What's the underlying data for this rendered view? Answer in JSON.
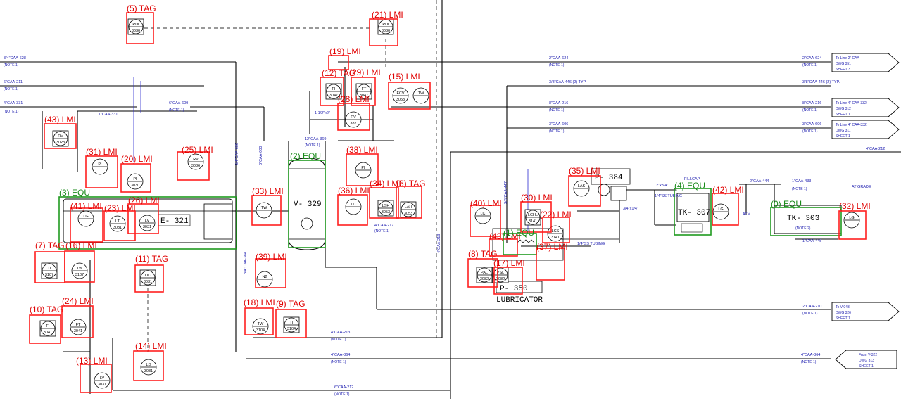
{
  "annotations": [
    {
      "id": "a5",
      "label": "(5) TAG",
      "kind": "tag"
    },
    {
      "id": "a21",
      "label": "(21) LMI",
      "kind": "lmi"
    },
    {
      "id": "a19",
      "label": "(19) LMI",
      "kind": "lmi"
    },
    {
      "id": "a12",
      "label": "(12) TAG",
      "kind": "tag"
    },
    {
      "id": "a29",
      "label": "(29) LMI",
      "kind": "lmi"
    },
    {
      "id": "a15",
      "label": "(15) LMI",
      "kind": "lmi"
    },
    {
      "id": "a28",
      "label": "(28) LMI",
      "kind": "lmi"
    },
    {
      "id": "a43",
      "label": "(43) LMI",
      "kind": "lmi"
    },
    {
      "id": "a31",
      "label": "(31) LMI",
      "kind": "lmi"
    },
    {
      "id": "a20",
      "label": "(20) LMI",
      "kind": "lmi"
    },
    {
      "id": "a25",
      "label": "(25) LMI",
      "kind": "lmi"
    },
    {
      "id": "a2",
      "label": "(2) EQU",
      "kind": "equ"
    },
    {
      "id": "a38",
      "label": "(38) LMI",
      "kind": "lmi"
    },
    {
      "id": "a3",
      "label": "(3) EQU",
      "kind": "equ"
    },
    {
      "id": "a41",
      "label": "(41) LMI",
      "kind": "lmi"
    },
    {
      "id": "a26",
      "label": "(26) LMI",
      "kind": "lmi"
    },
    {
      "id": "a23",
      "label": "(23) LMI",
      "kind": "lmi"
    },
    {
      "id": "a33",
      "label": "(33) LMI",
      "kind": "lmi"
    },
    {
      "id": "a36",
      "label": "(36) LMI",
      "kind": "lmi"
    },
    {
      "id": "a34",
      "label": "(34) LMI",
      "kind": "lmi"
    },
    {
      "id": "a6",
      "label": "(6) TAG",
      "kind": "tag"
    },
    {
      "id": "a35",
      "label": "(35) LMI",
      "kind": "lmi"
    },
    {
      "id": "a4",
      "label": "(4) EQU",
      "kind": "equ"
    },
    {
      "id": "a42",
      "label": "(42) LMI",
      "kind": "lmi"
    },
    {
      "id": "a0",
      "label": "(0) EQU",
      "kind": "equ"
    },
    {
      "id": "a32",
      "label": "(32) LMI",
      "kind": "lmi"
    },
    {
      "id": "a40",
      "label": "(40) LMI",
      "kind": "lmi"
    },
    {
      "id": "a30",
      "label": "(30) LMI",
      "kind": "lmi"
    },
    {
      "id": "a22",
      "label": "(22) LMI",
      "kind": "lmi"
    },
    {
      "id": "a7",
      "label": "(7) TAG",
      "kind": "tag"
    },
    {
      "id": "a16",
      "label": "(16) LMI",
      "kind": "lmi"
    },
    {
      "id": "a11",
      "label": "(11) TAG",
      "kind": "tag"
    },
    {
      "id": "a39",
      "label": "(39) LMI",
      "kind": "lmi"
    },
    {
      "id": "a8",
      "label": "(8) TAG",
      "kind": "tag"
    },
    {
      "id": "a43b",
      "label": "(43) LMI",
      "kind": "lmi"
    },
    {
      "id": "a1",
      "label": "(1) EQU",
      "kind": "equ"
    },
    {
      "id": "a17",
      "label": "(17) LMI",
      "kind": "lmi"
    },
    {
      "id": "a37",
      "label": "(37) LMI",
      "kind": "lmi"
    },
    {
      "id": "a10",
      "label": "(10) TAG",
      "kind": "tag"
    },
    {
      "id": "a24",
      "label": "(24) LMI",
      "kind": "lmi"
    },
    {
      "id": "a18",
      "label": "(18) LMI",
      "kind": "lmi"
    },
    {
      "id": "a9",
      "label": "(9) TAG",
      "kind": "tag"
    },
    {
      "id": "a14",
      "label": "(14) LMI",
      "kind": "lmi"
    },
    {
      "id": "a13",
      "label": "(13) LMI",
      "kind": "lmi"
    }
  ],
  "equipment": {
    "e321": "E- 321",
    "v329": "V- 329",
    "p384": "P- 384",
    "tk307": "TK- 307",
    "tk303": "TK- 303",
    "p350": "P- 350",
    "lubricator": "LUBRICATOR",
    "tk303_sub": "(NOTE 2)"
  },
  "instruments": {
    "pdi3030a": [
      "PDI",
      "3030"
    ],
    "pdi3030b": [
      "PDI",
      "3030"
    ],
    "fi3047": [
      "FI",
      "3047"
    ],
    "ft3047": [
      "FT",
      "3047"
    ],
    "fcv3053": [
      "FCV",
      "3053"
    ],
    "tw": [
      "TW",
      ""
    ],
    "rv387": [
      "RV",
      "387"
    ],
    "rv3028": [
      "RV",
      "3028"
    ],
    "pi_a": [
      "PI",
      ""
    ],
    "pi_b": [
      "PI",
      "3030"
    ],
    "rv3086": [
      "RV",
      "3086"
    ],
    "pi_c": [
      "PI",
      ""
    ],
    "lg_a": [
      "LG",
      ""
    ],
    "lt3031": [
      "LT",
      "3031"
    ],
    "lv3031": [
      "LV",
      "3031"
    ],
    "tw_b": [
      "TW",
      ""
    ],
    "lc": [
      "LC",
      ""
    ],
    "lsh3053": [
      "LSH",
      "3053"
    ],
    "lah3053": [
      "LAH",
      "3053"
    ],
    "las": [
      "LAS",
      ""
    ],
    "lg_b": [
      "LG",
      ""
    ],
    "lg_c": [
      "LG",
      ""
    ],
    "lc_b": [
      "LC",
      ""
    ],
    "lchl3141": [
      "LCHL",
      "3141"
    ],
    "lcs3141": [
      "LCS",
      "3141"
    ],
    "ti3107": [
      "TI",
      "3107"
    ],
    "tw3107": [
      "TW",
      "3107"
    ],
    "lic3031": [
      "LIC",
      "3031"
    ],
    "pal3082": [
      "PAL",
      "3082"
    ],
    "psl3082": [
      "PSL",
      "3082"
    ],
    "fi3041": [
      "FI",
      "3041"
    ],
    "ft3041": [
      "FT",
      "3041"
    ],
    "tw3104": [
      "TW",
      "3104"
    ],
    "ti3104": [
      "TI",
      "3104"
    ],
    "ld3031": [
      "LD",
      "3031"
    ],
    "lv3031b": [
      "LV",
      "3031"
    ],
    "n2": [
      "N2",
      ""
    ]
  },
  "pipes": {
    "p1": "3/4\"CAA-628",
    "p2": "6\"CAA-211",
    "p3": "4\"CAA-331",
    "p4": "6\"CAA-609",
    "p5": "1\"CAA-331",
    "p6": "2\"CAA-624",
    "p7": "3/8\"CAA-446 (2) TYP.",
    "p8": "8\"CAA-216",
    "p9": "3\"CAA-606",
    "p10": "4\"CAA-212",
    "p11": "1\"CAA-433",
    "p12": "2\"CAA-444",
    "p13": "1\"CAA-445",
    "p14": "4\"CAA-213",
    "p15": "4\"CAA-364",
    "p16": "6\"CAA-212",
    "p17": "2\"CAA-210",
    "p18": "3/4\"CAA-689",
    "p19": "6\"CAA-600",
    "p20": "12\"CAA-369",
    "p21": "3/4\"CAA-384",
    "p22": "1/4\"SS TUBING",
    "p23": "3/8\"CAA-447",
    "p24": "1/4\"SS TUBING",
    "p25": "3/4\"x1/4\"",
    "p26": "2\"x3/4\"",
    "p27": "1 1/2\"x2\"",
    "p28": "4\"CAA-217",
    "note1": "(NOTE 1)",
    "fillcap": "FILLCAP",
    "atgrade": "AT GRADE",
    "atm": "ATM"
  },
  "offpage": {
    "o1": [
      "To Line 2\" CAA",
      "DWG 351",
      "SHEET 3"
    ],
    "o2": [
      "To Line 4\" CAA-332",
      "DWG 312",
      "SHEET 1"
    ],
    "o3": [
      "To Line 4\" CAA-332",
      "DWG 311",
      "SHEET 1"
    ],
    "o4": [
      "To V-043",
      "DWG 326",
      "SHEET 1"
    ],
    "o5": [
      "From V-322",
      "DWG 313",
      "SHEET 1"
    ]
  },
  "colors": {
    "lmi": "#ff1f1f",
    "equ": "#1f9a1f",
    "pipe_text": "#2020b0",
    "line": "#000000"
  }
}
